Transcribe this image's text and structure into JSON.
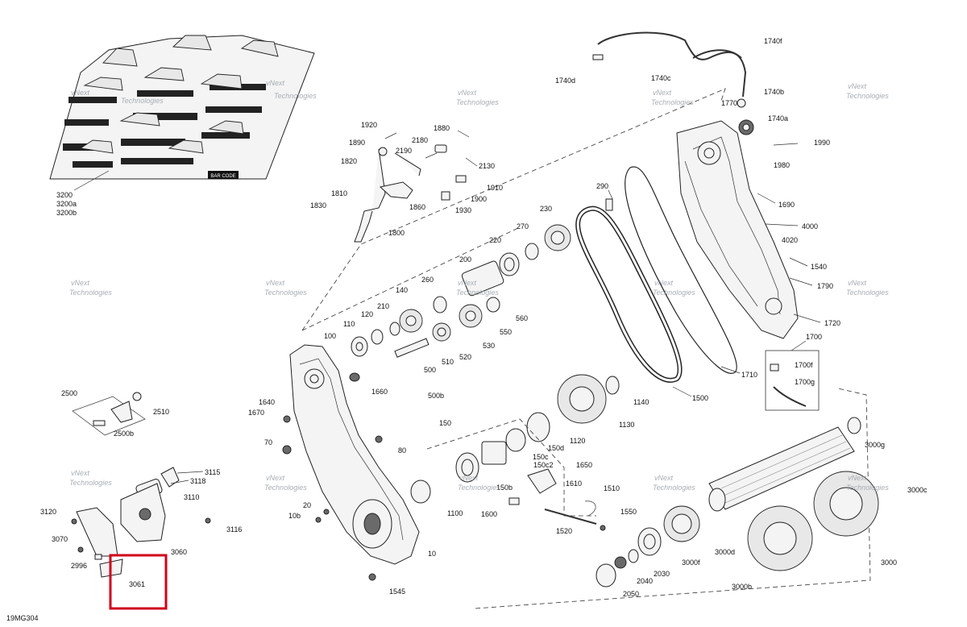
{
  "diagram_code": "19MG304",
  "highlight_label": "3061",
  "watermark_text": [
    "vNext",
    "Technologies"
  ],
  "callouts": {
    "c3200": "3200",
    "c3200a": "3200a",
    "c3200b": "3200b",
    "c1920": "1920",
    "c1890": "1890",
    "c1820": "1820",
    "c1810": "1810",
    "c1830": "1830",
    "c1800": "1800",
    "c2180": "2180",
    "c2190": "2190",
    "c1880": "1880",
    "c2130": "2130",
    "c1910": "1910",
    "c1900": "1900",
    "c1930": "1930",
    "c1860": "1860",
    "c1740d": "1740d",
    "c1740c": "1740c",
    "c1740f": "1740f",
    "c1740b": "1740b",
    "c1770": "1770",
    "c1740a": "1740a",
    "c1990": "1990",
    "c1980": "1980",
    "c1690": "1690",
    "c4000": "4000",
    "c4020": "4020",
    "c1540": "1540",
    "c1790": "1790",
    "c1720": "1720",
    "c1700": "1700",
    "c1700f": "1700f",
    "c1700g": "1700g",
    "c1710": "1710",
    "c1500": "1500",
    "c290": "290",
    "c230": "230",
    "c270": "270",
    "c220": "220",
    "c200": "200",
    "c260": "260",
    "c140": "140",
    "c210": "210",
    "c120": "120",
    "c110": "110",
    "c100": "100",
    "c560": "560",
    "c550": "550",
    "c530": "530",
    "c520": "520",
    "c510": "510",
    "c500": "500",
    "c500b": "500b",
    "c1660": "1660",
    "c1140": "1140",
    "c1130": "1130",
    "c1120": "1120",
    "c150": "150",
    "c150d": "150d",
    "c150c": "150c",
    "c150c2": "150c2",
    "c150b": "150b",
    "c1650": "1650",
    "c1610": "1610",
    "c1510": "1510",
    "c1550": "1550",
    "c1600": "1600",
    "c1520": "1520",
    "c1100": "1100",
    "c1640": "1640",
    "c1670": "1670",
    "c70": "70",
    "c80": "80",
    "c20": "20",
    "c10b": "10b",
    "c10": "10",
    "c1545": "1545",
    "c2500": "2500",
    "c2510": "2510",
    "c2500b": "2500b",
    "c3115": "3115",
    "c3118": "3118",
    "c3110": "3110",
    "c3120": "3120",
    "c3116": "3116",
    "c3070": "3070",
    "c3060": "3060",
    "c2996": "2996",
    "c3000g": "3000g",
    "c3000c": "3000c",
    "c3000d": "3000d",
    "c3000f": "3000f",
    "c3000": "3000",
    "c3000b": "3000b",
    "c2030": "2030",
    "c2040": "2040",
    "c2050": "2050",
    "bar_code": "BAR CODE"
  }
}
